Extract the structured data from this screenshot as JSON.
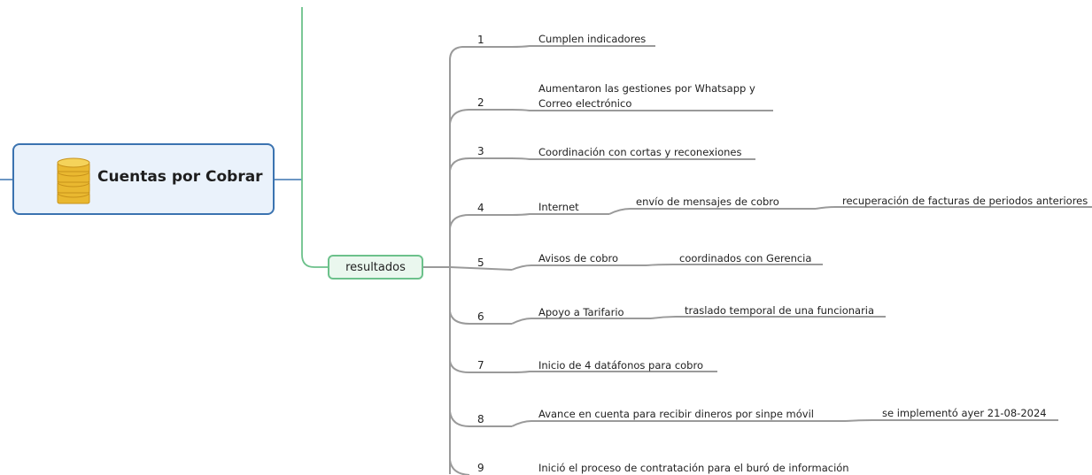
{
  "central": {
    "label": "Cuentas por Cobrar",
    "icon": "coins-icon"
  },
  "branch": {
    "label": "resultados"
  },
  "colors": {
    "central_border": "#3b73b0",
    "branch_border": "#6cc18b",
    "connector": "#9a9a9a"
  },
  "items": [
    {
      "num": "1",
      "lines": [
        "Cumplen indicadores"
      ],
      "subs": []
    },
    {
      "num": "2",
      "lines": [
        "Aumentaron las gestiones por Whatsapp y",
        "Correo electrónico"
      ],
      "subs": []
    },
    {
      "num": "3",
      "lines": [
        "Coordinación con cortas y reconexiones"
      ],
      "subs": []
    },
    {
      "num": "4",
      "lines": [
        "Internet"
      ],
      "subs": [
        "envío de mensajes de cobro",
        "recuperación de facturas de periodos anteriores"
      ]
    },
    {
      "num": "5",
      "lines": [
        "Avisos de cobro"
      ],
      "subs": [
        "coordinados con Gerencia"
      ]
    },
    {
      "num": "6",
      "lines": [
        "Apoyo a Tarifario"
      ],
      "subs": [
        "traslado temporal de una funcionaria"
      ]
    },
    {
      "num": "7",
      "lines": [
        "Inicio de 4 datáfonos para cobro"
      ],
      "subs": []
    },
    {
      "num": "8",
      "lines": [
        "Avance en cuenta para recibir dineros por sinpe móvil"
      ],
      "subs": [
        "se implementó ayer 21-08-2024"
      ]
    },
    {
      "num": "9",
      "lines": [
        "Inició el proceso de contratación para el buró de información"
      ],
      "subs": []
    }
  ]
}
